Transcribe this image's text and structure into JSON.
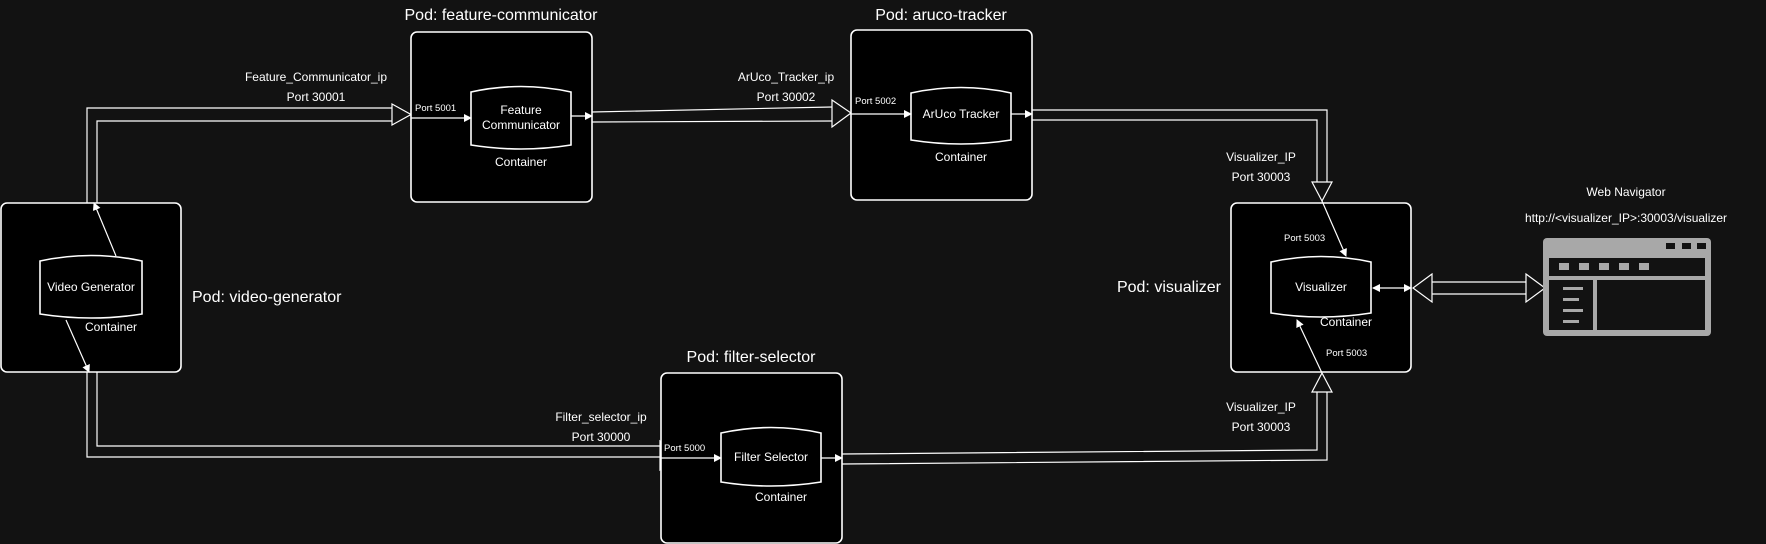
{
  "pods": {
    "feature_communicator": {
      "title": "Pod: feature-communicator",
      "container_name": "Feature Communicator",
      "container_label": "Container",
      "port": "Port 5001"
    },
    "aruco_tracker": {
      "title": "Pod: aruco-tracker",
      "container_name": "ArUco Tracker",
      "container_label": "Container",
      "port": "Port 5002"
    },
    "video_generator": {
      "title": "Pod: video-generator",
      "container_name": "Video Generator",
      "container_label": "Container"
    },
    "filter_selector": {
      "title": "Pod: filter-selector",
      "container_name": "Filter Selector",
      "container_label": "Container",
      "port": "Port 5000"
    },
    "visualizer": {
      "title": "Pod: visualizer",
      "container_name": "Visualizer",
      "container_label": "Container",
      "port_top": "Port 5003",
      "port_bottom": "Port 5003"
    }
  },
  "services": {
    "feature_communicator": {
      "ip": "Feature_Communicator_ip",
      "port": "Port 30001"
    },
    "aruco_tracker": {
      "ip": "ArUco_Tracker_ip",
      "port": "Port 30002"
    },
    "filter_selector": {
      "ip": "Filter_selector_ip",
      "port": "Port 30000"
    },
    "visualizer_top": {
      "ip": "Visualizer_IP",
      "port": "Port 30003"
    },
    "visualizer_bottom": {
      "ip": "Visualizer_IP",
      "port": "Port 30003"
    }
  },
  "web_navigator": {
    "title": "Web Navigator",
    "url": "http://<visualizer_IP>:30003/visualizer",
    "icon": "browser-window-icon"
  },
  "colors": {
    "background": "#121212",
    "box_fill": "#000000",
    "stroke": "#ffffff",
    "browser_icon": "#a8a8a8"
  }
}
